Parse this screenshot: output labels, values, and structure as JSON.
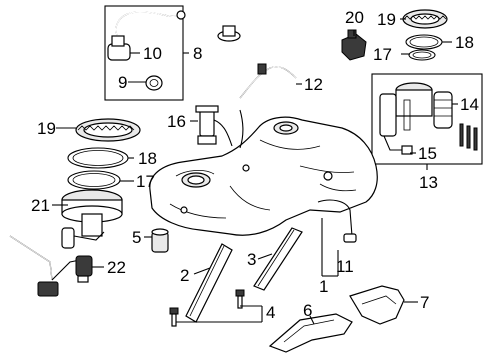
{
  "diagram": {
    "callouts": {
      "c1": "1",
      "c2": "2",
      "c3": "3",
      "c4": "4",
      "c5": "5",
      "c6": "6",
      "c7": "7",
      "c8": "8",
      "c9": "9",
      "c10": "10",
      "c11": "11",
      "c12": "12",
      "c13": "13",
      "c14": "14",
      "c15": "15",
      "c16": "16",
      "c17a": "17",
      "c17b": "17",
      "c18a": "18",
      "c18b": "18",
      "c19a": "19",
      "c19b": "19",
      "c20": "20",
      "c21": "21",
      "c22": "22"
    },
    "colors": {
      "line": "#000000",
      "shade": "#e9e9e9",
      "dark": "#3a3a3a",
      "background": "#ffffff"
    }
  }
}
